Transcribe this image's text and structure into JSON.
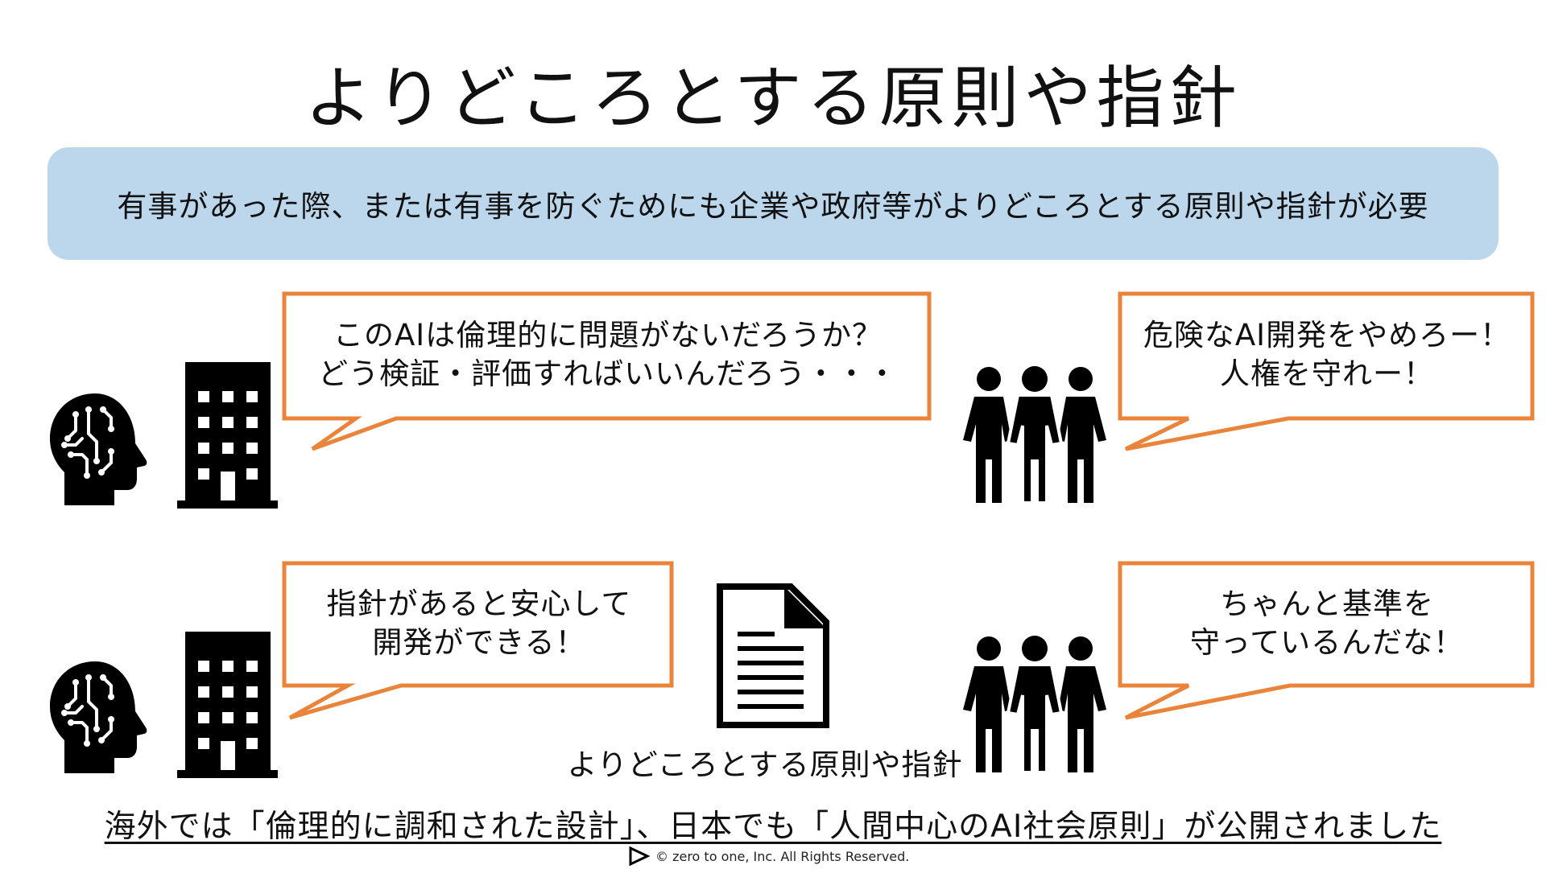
{
  "title": "よりどころとする原則や指針",
  "banner_text": "有事があった際、または有事を防ぐためにも企業や政府等がよりどころとする原則や指針が必要",
  "bubbles": {
    "company_top": [
      "このAIは倫理的に問題がないだろうか？",
      "どう検証・評価すればいいんだろう・・・"
    ],
    "people_top": [
      "危険なAI開発をやめろー！",
      "人権を守れー！"
    ],
    "company_bottom": [
      "指針があると安心して",
      "開発ができる！"
    ],
    "people_bottom": [
      "ちゃんと基準を",
      "守っているんだな！"
    ]
  },
  "document_label": "よりどころとする原則や指針",
  "footer_note": "海外では「倫理的に調和された設計」、日本でも「人間中心のAI社会原則」が公開されました",
  "copyright": "©  zero to one, Inc. All Rights Reserved.",
  "colors": {
    "banner": "#bcd6ec",
    "bubble_border": "#e9843a",
    "icon": "#000000"
  },
  "icons": [
    "ai-head-icon",
    "office-building-icon",
    "crowd-people-icon",
    "document-icon",
    "play-logo-icon"
  ]
}
